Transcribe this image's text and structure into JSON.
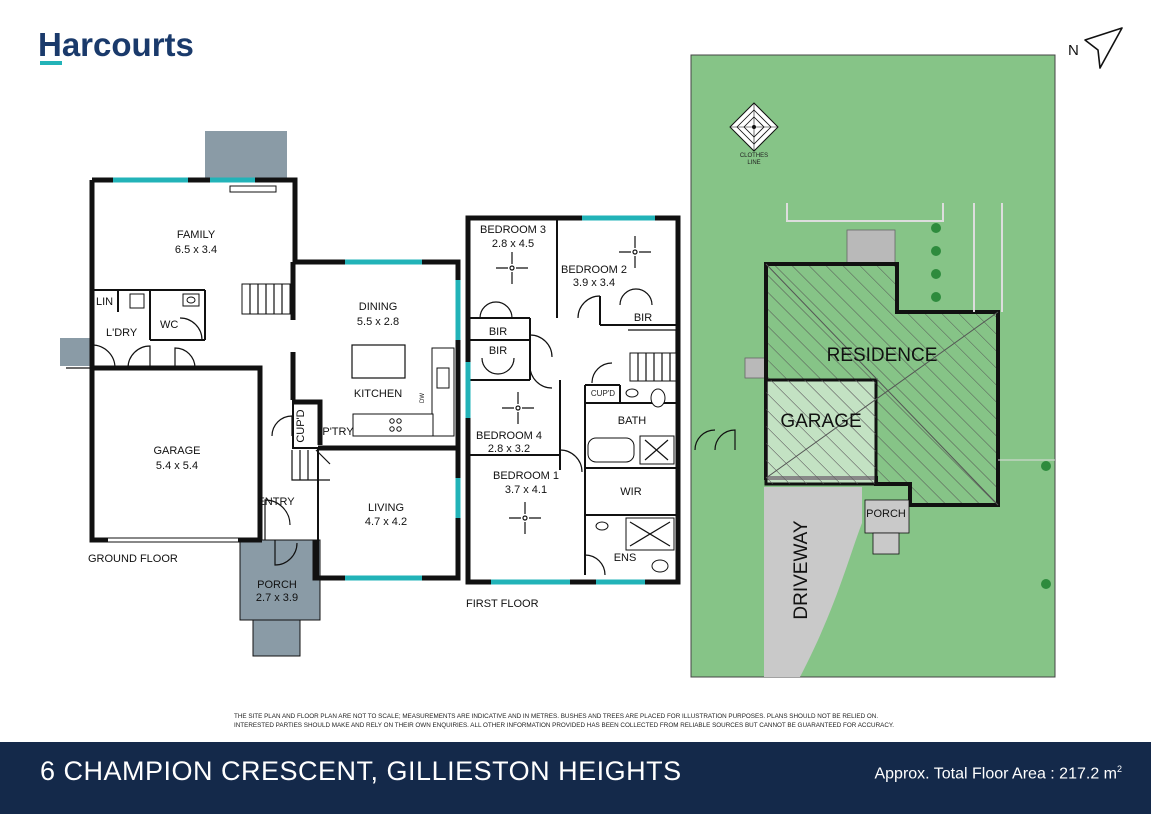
{
  "brand": {
    "name": "Harcourts",
    "color": "#1a3a6b",
    "accent": "#22b3b8"
  },
  "compass": {
    "label": "N",
    "icon": "north-arrow-icon"
  },
  "colors": {
    "wall": "#111111",
    "window": "#22b3b8",
    "lawn": "#86c487",
    "paving": "#c9c9c9",
    "porch": "#8a9ba6",
    "footer": "#14294a"
  },
  "ground_floor": {
    "label": "GROUND FLOOR",
    "rooms": [
      {
        "name": "FAMILY",
        "size": "6.5 x 3.4"
      },
      {
        "name": "DINING",
        "size": "5.5 x 2.8"
      },
      {
        "name": "KITCHEN"
      },
      {
        "name": "GARAGE",
        "size": "5.4 x 5.4"
      },
      {
        "name": "LIVING",
        "size": "4.7 x 4.2"
      },
      {
        "name": "PORCH",
        "size": "2.7 x 3.9"
      },
      {
        "name": "ENTRY"
      },
      {
        "name": "LIN"
      },
      {
        "name": "L'DRY"
      },
      {
        "name": "WC"
      },
      {
        "name": "CUP'D"
      },
      {
        "name": "P'TRY"
      },
      {
        "name": "DW"
      }
    ]
  },
  "first_floor": {
    "label": "FIRST FLOOR",
    "rooms": [
      {
        "name": "BEDROOM 3",
        "size": "2.8 x 4.5"
      },
      {
        "name": "BEDROOM 2",
        "size": "3.9 x 3.4"
      },
      {
        "name": "BEDROOM 4",
        "size": "2.8 x 3.2"
      },
      {
        "name": "BEDROOM 1",
        "size": "3.7 x 4.1"
      },
      {
        "name": "BIR"
      },
      {
        "name": "BIR"
      },
      {
        "name": "BIR"
      },
      {
        "name": "CUP'D"
      },
      {
        "name": "BATH"
      },
      {
        "name": "WIR"
      },
      {
        "name": "ENS"
      }
    ]
  },
  "site": {
    "labels": {
      "residence": "RESIDENCE",
      "garage": "GARAGE",
      "driveway": "DRIVEWAY",
      "porch": "PORCH"
    },
    "clothes_line": [
      "CLOTHES",
      "LINE"
    ]
  },
  "disclaimer": [
    "The site plan and floor plan are not to scale; measurements are indicative and in metres. Bushes and trees are placed for illustration purposes. Plans should not be relied on.",
    "Interested parties should make and rely on their own enquiries. All other information provided has been collected from reliable sources but cannot be guaranteed for accuracy."
  ],
  "footer": {
    "address": "6 CHAMPION CRESCENT, GILLIESTON HEIGHTS",
    "area": "Approx. Total Floor Area : 217.2 m"
  }
}
